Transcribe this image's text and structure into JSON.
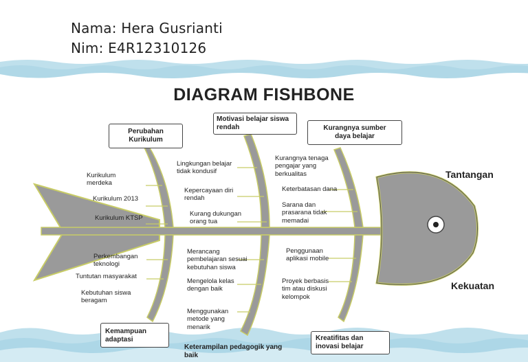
{
  "author": {
    "name": "Nama: Hera Gusrianti",
    "nim": "Nim: E4R12310126"
  },
  "title": "DIAGRAM FISHBONE",
  "categories": {
    "perubahan_kurikulum": "Perubahan Kurikulum",
    "motivasi": "Motivasi belajar siswa rendah",
    "sumber_daya": "Kurangnya sumber daya belajar",
    "kemampuan_adaptasi": "Kemampuan adaptasi",
    "keterampilan_pedagogik": "Keterampilan pedagogik yang baik",
    "kreatifitas": "Kreatifitas dan inovasi belajar"
  },
  "causes": {
    "kurikulum_merdeka": "Kurikulum merdeka",
    "kurikulum_2013": "Kurikulum 2013",
    "kurikulum_ktsp": "Kurikulum KTSP",
    "lingkungan": "Lingkungan belajar tidak kondusif",
    "kepercayaan": "Kepercayaan diri rendah",
    "dukungan": "Kurang dukungan orang tua",
    "tenaga": "Kurangnya tenaga pengajar yang berkualitas",
    "dana": "Keterbatasan dana",
    "sarana": "Sarana dan prasarana tidak memadai",
    "perkembangan": "Perkembangan teknologi",
    "tuntutan": "Tuntutan masyarakat",
    "kebutuhan": "Kebutuhan siswa beragam",
    "merancang": "Merancang pembelajaran sesuai kebutuhan siswa",
    "mengelola": "Mengelola kelas dengan baik",
    "metode": "Menggunakan metode yang menarik",
    "aplikasi": "Penggunaan aplikasi mobile",
    "proyek": "Proyek berbasis tim atau diskusi kelompok"
  },
  "outcomes": {
    "tantangan": "Tantangan",
    "kekuatan": "Kekuatan"
  },
  "colors": {
    "wave": "#bfe0ec",
    "wave_dark": "#9fcde0",
    "fish": "#9a9a9a",
    "bone": "#c8cc66"
  }
}
